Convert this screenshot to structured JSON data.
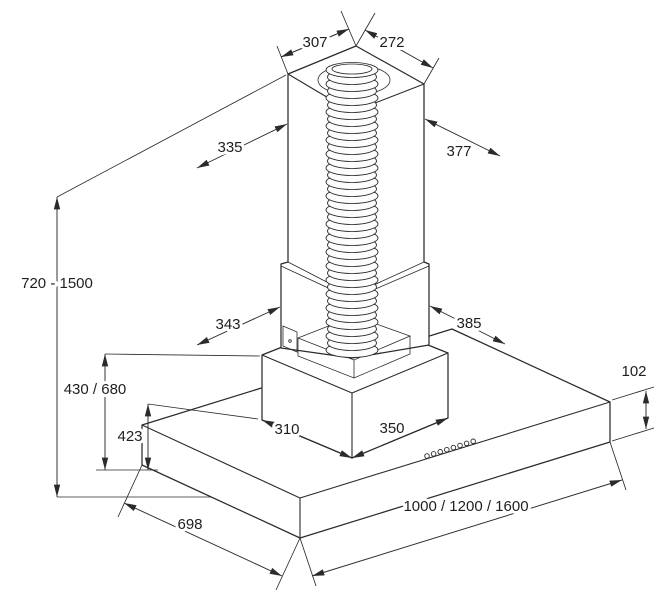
{
  "figure": {
    "ink_color": "#2b2b2b",
    "background": "#ffffff",
    "dimensions": {
      "duct_top_depth": "307",
      "duct_top_width": "272",
      "chimney_upper_depth": "335",
      "chimney_upper_width": "377",
      "overall_height": "720 - 1500",
      "chimney_lower_depth": "343",
      "chimney_lower_width": "385",
      "chimney_section_height": "430 / 680",
      "canopy_height": "423",
      "body_height": "102",
      "canopy_bottom_depth": "310",
      "canopy_bottom_width": "350",
      "body_depth": "698",
      "body_widths": "1000 / 1200 / 1600"
    }
  }
}
